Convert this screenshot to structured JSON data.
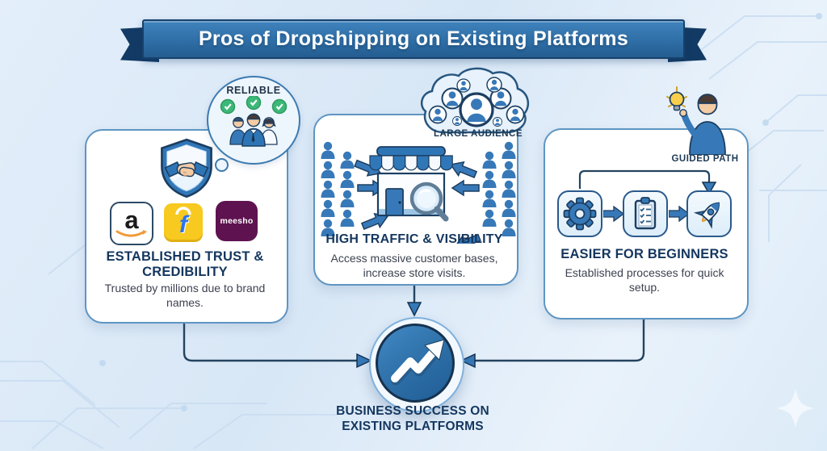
{
  "banner": {
    "title": "Pros of Dropshipping on Existing Platforms"
  },
  "cards": {
    "trust": {
      "bubble_label": "RELIABLE",
      "title": "ESTABLISHED TRUST & CREDIBILITY",
      "body": "Trusted by millions due to brand names.",
      "logos": {
        "amazon": "a",
        "flipkart": "f",
        "meesho": "meesho"
      }
    },
    "traffic": {
      "cloud_label": "LARGE AUDIENCE",
      "title": "HIGH TRAFFIC & VISIBILITY",
      "body": "Access massive customer bases, increase store visits."
    },
    "beginners": {
      "path_label": "GUIDED PATH",
      "title": "EASIER FOR BEGINNERS",
      "body": "Established processes for quick setup."
    }
  },
  "center": {
    "label": "BUSINESS SUCCESS ON EXISTING PLATFORMS"
  },
  "icons": [
    "shield-handshake-icon",
    "thought-bubble-icon",
    "check-icon",
    "amazon-logo",
    "flipkart-logo",
    "meesho-logo",
    "cloud-audience-icon",
    "storefront-icon",
    "magnifier-icon",
    "person-icon",
    "flow-arrow-icon",
    "gear-icon",
    "checklist-icon",
    "rocket-icon",
    "lightbulb-icon",
    "mentor-icon",
    "growth-chart-icon",
    "sparkle-icon"
  ],
  "colors": {
    "banner_blue": "#2f6ea6",
    "navy_outline": "#1c3e61",
    "heading_navy": "#14365e",
    "body_text": "#3c4250",
    "icon_blue": "#3779b8",
    "light_blue_fill": "#e9f3fb",
    "check_green": "#3cb878",
    "flipkart_yellow": "#f8c91e",
    "flipkart_blue": "#2874f0",
    "meesho_purple": "#5e1350",
    "amazon_smile_orange": "#f19a38",
    "bulb_yellow": "#f7cf4b",
    "background": "#dfeaf7"
  }
}
